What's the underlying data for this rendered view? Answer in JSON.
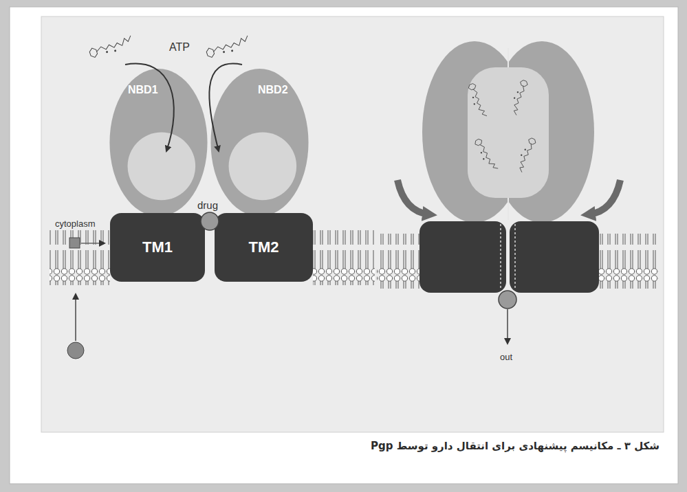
{
  "diagram": {
    "caption": "شکل ۳ ـ مکانیسم پیشنهادی برای انتقال دارو توسط Pgp",
    "nodes": [
      {
        "text": [
          "NBD1"
        ]
      },
      {
        "text": [
          "NBD2"
        ]
      },
      {
        "text": [
          "TM1"
        ]
      },
      {
        "text": [
          "TM2"
        ]
      }
    ],
    "labels": [
      "ATP",
      "cytoplasm",
      "drug",
      "out"
    ]
  }
}
